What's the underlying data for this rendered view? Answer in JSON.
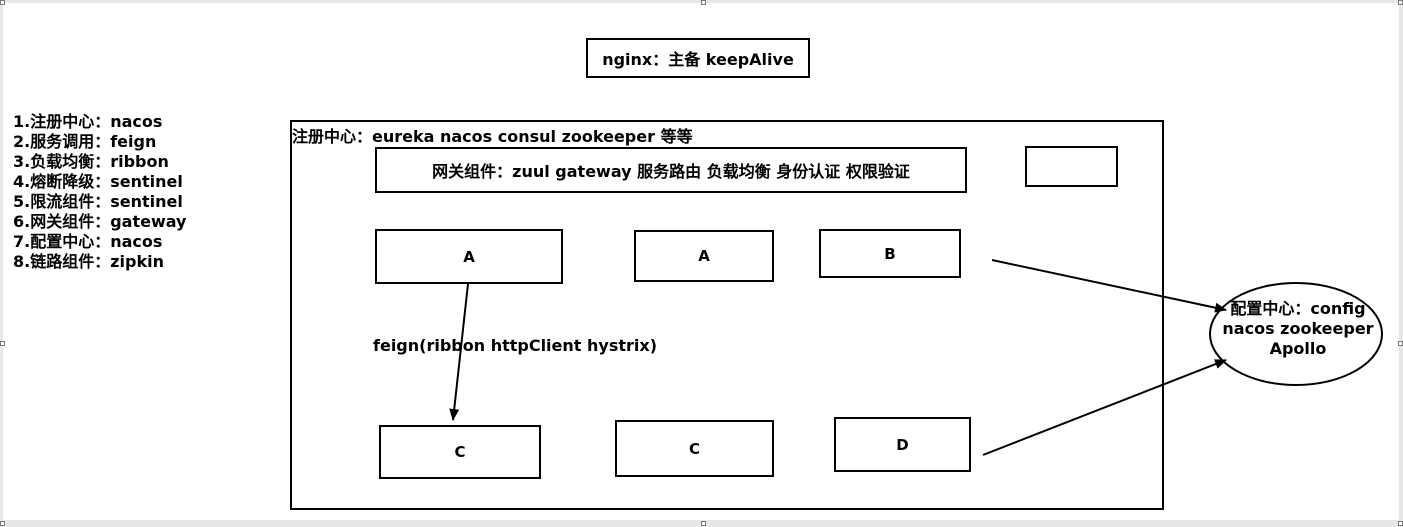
{
  "nginx_label": "nginx：主备 keepAlive",
  "component_list": [
    "1.注册中心：nacos",
    "2.服务调用：feign",
    "3.负载均衡：ribbon",
    "4.熔断降级：sentinel",
    "5.限流组件：sentinel",
    "6.网关组件：gateway",
    "7.配置中心：nacos",
    "8.链路组件：zipkin"
  ],
  "registry_label": "注册中心：eureka nacos consul zookeeper 等等",
  "gateway_label": "网关组件：zuul gateway  服务路由 负载均衡 身份认证 权限验证",
  "services": {
    "a1": "A",
    "a2": "A",
    "b": "B",
    "c1": "C",
    "c2": "C",
    "d": "D"
  },
  "feign_label": "feign(ribbon httpClient hystrix)",
  "config_center": {
    "line1": "配置中心：config",
    "line2": "nacos zookeeper",
    "line3": "Apollo"
  }
}
